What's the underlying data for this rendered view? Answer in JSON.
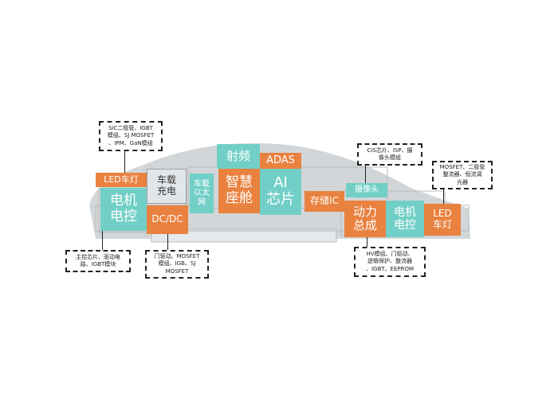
{
  "colors": {
    "teal": "#72cfc7",
    "orange": "#e9813f",
    "body": "#d3d6d8",
    "frame": "#b8bcbf",
    "text_dark": "#333333"
  },
  "modules": {
    "led_front": "LED车灯",
    "motor_front": "电机\n电控",
    "charger": "车载\n充电",
    "dcdc": "DC/DC",
    "ethernet": "车载\n以太\n网",
    "rf": "射频",
    "cockpit": "智慧\n座舱",
    "adas": "ADAS",
    "ai_chip": "AI\n芯片",
    "storage": "存储IC",
    "camera": "摄像头",
    "powertrain": "动力\n总成",
    "motor_rear": "电机\n电控",
    "led_rear": "LED\n车灯"
  },
  "notes": {
    "sic": "SiC二极管、IGBT\n模组、SJ MOSFET\n、IPM、GaN模组",
    "main_ctrl": "主控芯片、驱动电\n路、IGBT模块",
    "gate_drive": "门驱动、MOSFET\n模组、IGB、SJ\nMOSFET",
    "cis": "CIS芯片、ISP、摄\n像头模组",
    "mosfet_led": "MOSFET、二极管\n整流器、恒流调\n光器",
    "hv": "HV模组、门驱动、\n逻辑保护、整流器\n、IGBT、EEPROM"
  }
}
